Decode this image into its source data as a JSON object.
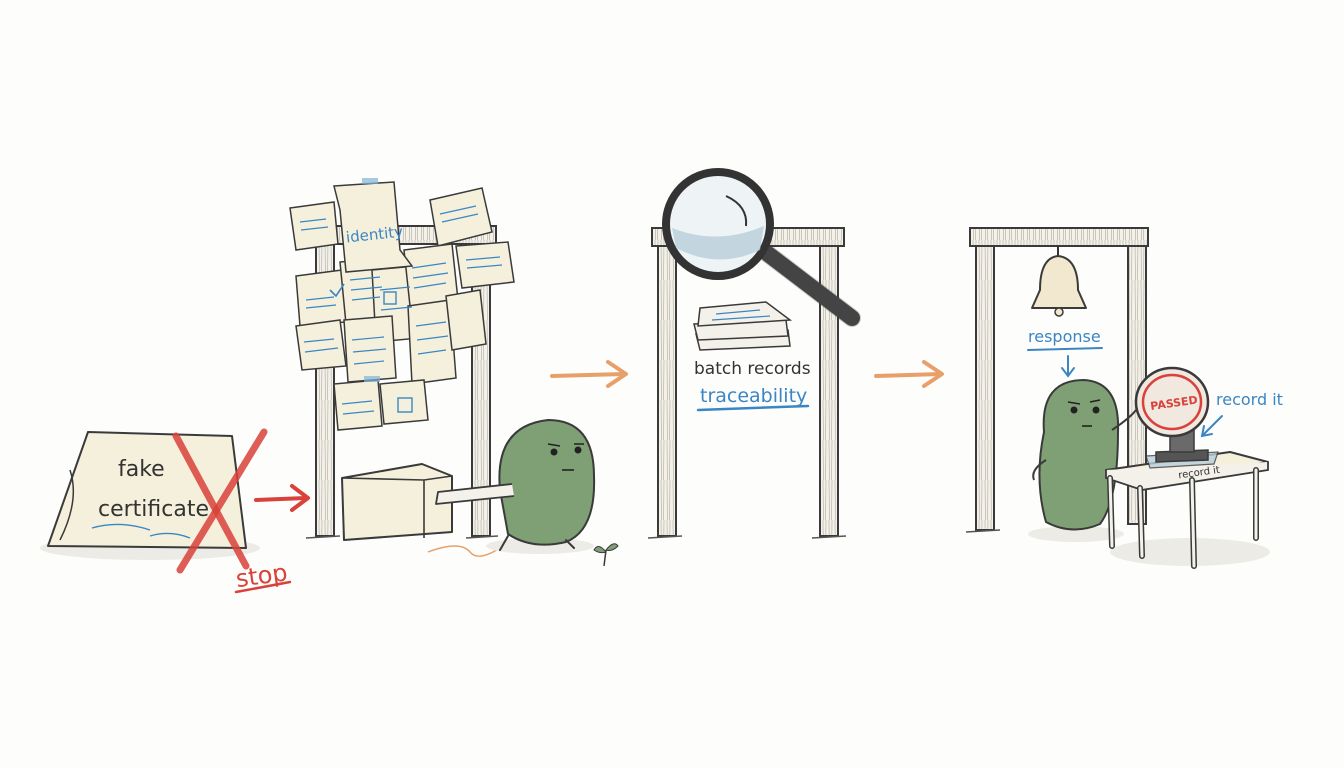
{
  "labels": {
    "fake_line1": "fake",
    "fake_line2": "certificate",
    "stop": "stop",
    "identity": "identity",
    "batch_records": "batch records",
    "traceability": "traceability",
    "response": "response",
    "record_it": "record it",
    "stamp": "PASSED",
    "table_note": "record it"
  },
  "colors": {
    "ink": "#3a3a3a",
    "paper": "#f5f0dc",
    "red": "#d9423a",
    "blue": "#3a86c4",
    "orange": "#e8a06a",
    "green": "#7fa075",
    "wood": "#f3f1ea"
  },
  "icons": [
    "magnifier-icon",
    "bell-icon",
    "stamp-icon",
    "sprout-icon",
    "cross-icon",
    "arrow-icon"
  ]
}
